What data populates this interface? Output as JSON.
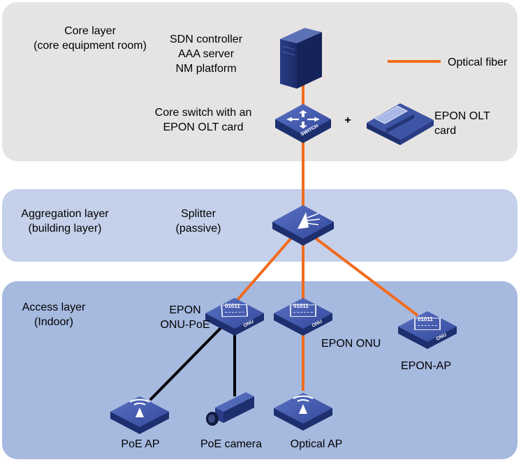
{
  "layers": {
    "core": "Core layer\n(core equipment room)",
    "aggregation": "Aggregation layer\n(building layer)",
    "access": "Access layer\n(Indoor)"
  },
  "labels": {
    "server": "SDN controller\nAAA server\nNM platform",
    "core_switch": "Core switch with an\nEPON OLT card",
    "plus": "+",
    "olt_card": "EPON OLT\ncard",
    "legend_fiber": "Optical fiber",
    "splitter": "Splitter\n(passive)",
    "onu_poe": "EPON\nONU-PoE",
    "onu": "EPON ONU",
    "epon_ap": "EPON-AP",
    "poe_ap": "PoE AP",
    "poe_camera": "PoE camera",
    "optical_ap": "Optical AP"
  },
  "device_text": {
    "switch": "SWITCH",
    "onu_code": "01011",
    "onu_tag": "ONU"
  },
  "colors": {
    "fiber": "#f26b1d",
    "copper": "#000000",
    "device_top": "#3e55a6",
    "device_side": "#1d2f6e",
    "core_bg": "#e6e4e3",
    "agg_bg": "#c5d1ea",
    "acc_bg": "#a6b9df"
  }
}
